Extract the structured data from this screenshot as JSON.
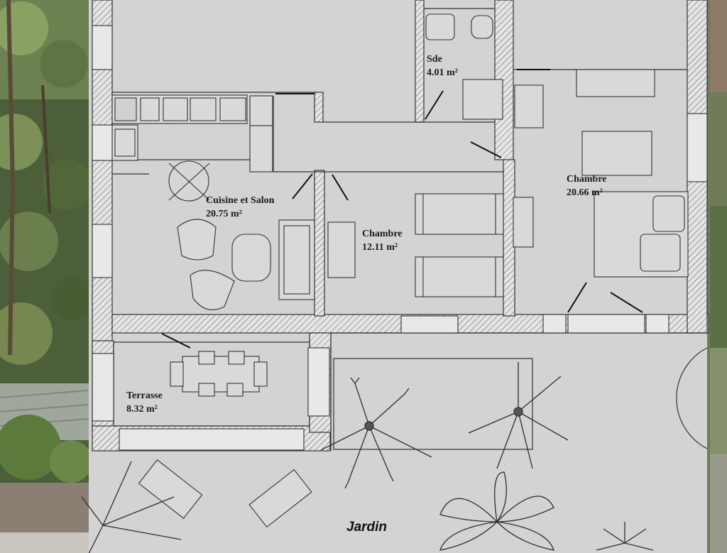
{
  "rooms": {
    "sde": {
      "name": "Sde",
      "area": "4.01 m²"
    },
    "cuisine": {
      "name": "Cuisine et Salon",
      "area": "20.75 m²"
    },
    "chambre1": {
      "name": "Chambre",
      "area": "12.11 m²"
    },
    "chambre2": {
      "name": "Chambre",
      "area": "20.66 m²"
    },
    "terrasse": {
      "name": "Terrasse",
      "area": "8.32 m²"
    }
  },
  "garden": {
    "label": "Jardin"
  },
  "colors": {
    "floor": "#d3d3d3",
    "wall_line": "#333333",
    "foliage_left": "#55683f",
    "foliage_right": "#6f7c5a"
  }
}
